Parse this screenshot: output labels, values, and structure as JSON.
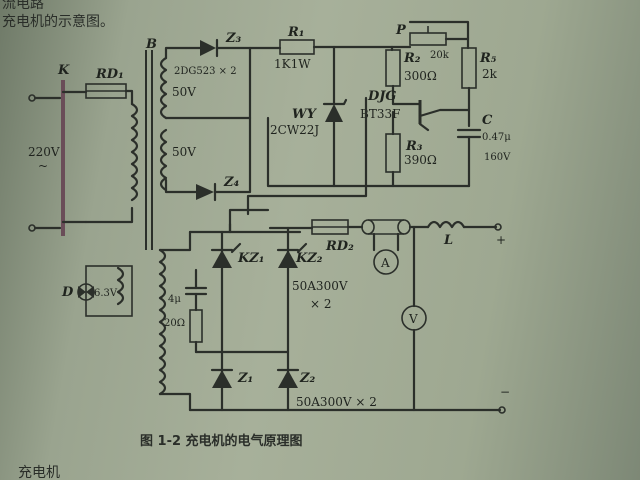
{
  "page_text": {
    "top_line": "流电路",
    "second_line": "充电机的示意图。",
    "bottom_line": "充电机"
  },
  "figure": {
    "caption": "图 1-2    充电机的电气原理图"
  },
  "components": {
    "switch_k": "K",
    "fuse_rd1": "RD₁",
    "mains": "220V",
    "mains_ac": "~",
    "transformer": "B",
    "winding_a": "50V",
    "winding_b": "50V",
    "diode_z3": "Z₃",
    "diode_z3_type": "2DG523 × 2",
    "diode_z4": "Z₄",
    "resistor_r1": "R₁",
    "resistor_r1_value": "1K1W",
    "zener": "WY",
    "zener_type": "2CW22J",
    "resistor_r2": "R₂",
    "resistor_r2_value": "300Ω",
    "pot": "20k",
    "resistor_r5": "R₅",
    "resistor_r5_value": "2k",
    "node_p": "P",
    "ujt": "DJG",
    "ujt_type": "BT33F",
    "resistor_r3": "R₃",
    "resistor_r3_value": "390Ω",
    "cap_c": "C",
    "cap_c_value": "0.47μ",
    "cap_c_voltage": "160V",
    "lamp_d": "D",
    "lamp_voltage": "6.3V",
    "snubber_c": "4μ",
    "snubber_r": "20Ω",
    "scr1": "KZ₁",
    "scr2": "KZ₂",
    "scr_rating": "50A300V",
    "scr_qty": "× 2",
    "diode_z1": "Z₁",
    "diode_z2": "Z₂",
    "diode_rating": "50A300V  × 2",
    "fuse_rd2": "RD₂",
    "ammeter": "A",
    "voltmeter": "V",
    "inductor": "L",
    "out_pos": "+",
    "out_neg": "−"
  }
}
